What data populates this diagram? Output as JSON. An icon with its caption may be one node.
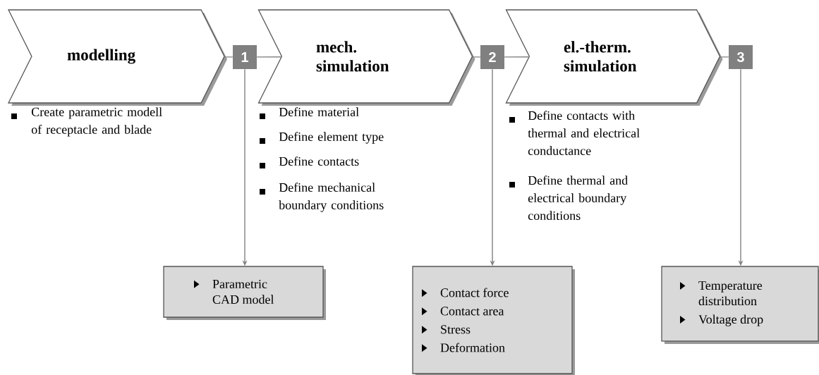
{
  "diagram": {
    "nodes": [
      {
        "text": [
          "modelling"
        ],
        "beside": [
          "Create parametric modell of receptacle and blade"
        ]
      },
      {
        "text": [
          "1"
        ]
      },
      {
        "text": [
          "mech. simulation"
        ],
        "beside": [
          "Define material",
          "Define element type",
          "Define contacts",
          "Define mechanical boundary conditions"
        ]
      },
      {
        "text": [
          "2"
        ]
      },
      {
        "text": [
          "el.-therm. simulation"
        ],
        "beside": [
          "Define contacts with thermal and electrical conductance",
          "Define thermal and electrical boundary conditions"
        ]
      },
      {
        "text": [
          "3"
        ]
      },
      {
        "text": [
          "Parametric CAD model"
        ]
      },
      {
        "text": [
          "Contact force",
          "Contact area",
          "Stress",
          "Deformation"
        ]
      },
      {
        "text": [
          "Temperature distribution",
          "Voltage drop"
        ]
      }
    ],
    "edges": [
      {
        "from": 0,
        "to": 1,
        "arrow": "none"
      },
      {
        "from": 1,
        "to": 2,
        "arrow": "none"
      },
      {
        "from": 2,
        "to": 3,
        "arrow": "none"
      },
      {
        "from": 3,
        "to": 4,
        "arrow": "none"
      },
      {
        "from": 4,
        "to": 5,
        "arrow": "none"
      },
      {
        "from": 1,
        "to": 6,
        "arrow": "to"
      },
      {
        "from": 3,
        "to": 7,
        "arrow": "to"
      },
      {
        "from": 5,
        "to": 8,
        "arrow": "to"
      }
    ]
  }
}
